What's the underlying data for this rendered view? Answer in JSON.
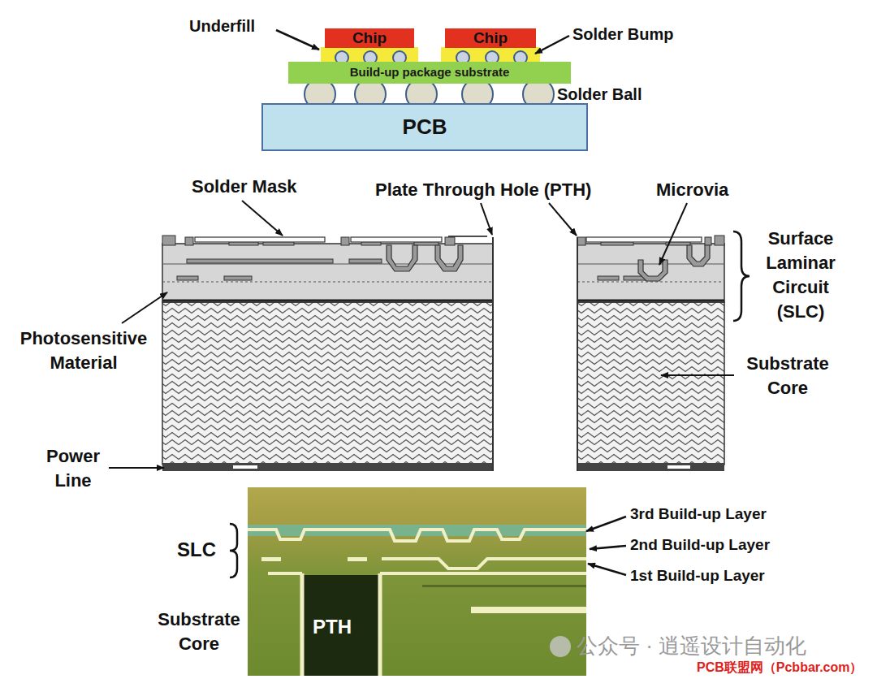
{
  "diagram": {
    "nodes": [
      {
        "text": [
          "Chip"
        ]
      },
      {
        "text": [
          "Chip"
        ]
      },
      {
        "text": [
          "Build-up package substrate"
        ]
      },
      {
        "text": [
          "PCB"
        ]
      }
    ],
    "labels": [
      "Underfill",
      "Solder Bump",
      "Solder Ball",
      "Solder Mask",
      "Plate Through Hole (PTH)",
      "Microvia",
      "Surface Laminar Circuit (SLC)",
      "Photosensitive Material",
      "Substrate Core",
      "Power Line",
      "SLC",
      "3rd Build-up Layer",
      "2nd Build-up Layer",
      "1st Build-up Layer",
      "Substrate Core",
      "PTH",
      "公众号 · 逍遥设计自动化",
      "PCB联盟网（Pcbbar.com）"
    ]
  }
}
